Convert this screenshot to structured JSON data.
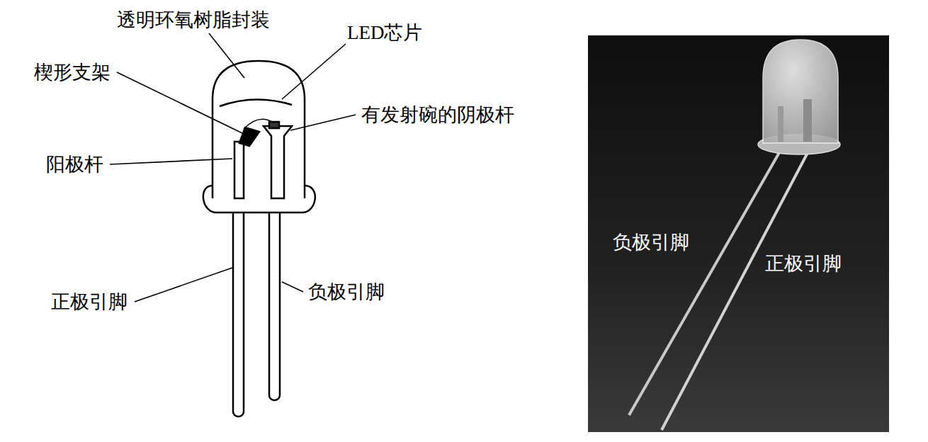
{
  "diagram": {
    "labels": [
      "透明环氧树脂封装",
      "LED芯片",
      "楔形支架",
      "有发射碗的阴极杆",
      "阳极杆",
      "正极引脚",
      "负极引脚",
      "负极引脚",
      "正极引脚"
    ]
  }
}
